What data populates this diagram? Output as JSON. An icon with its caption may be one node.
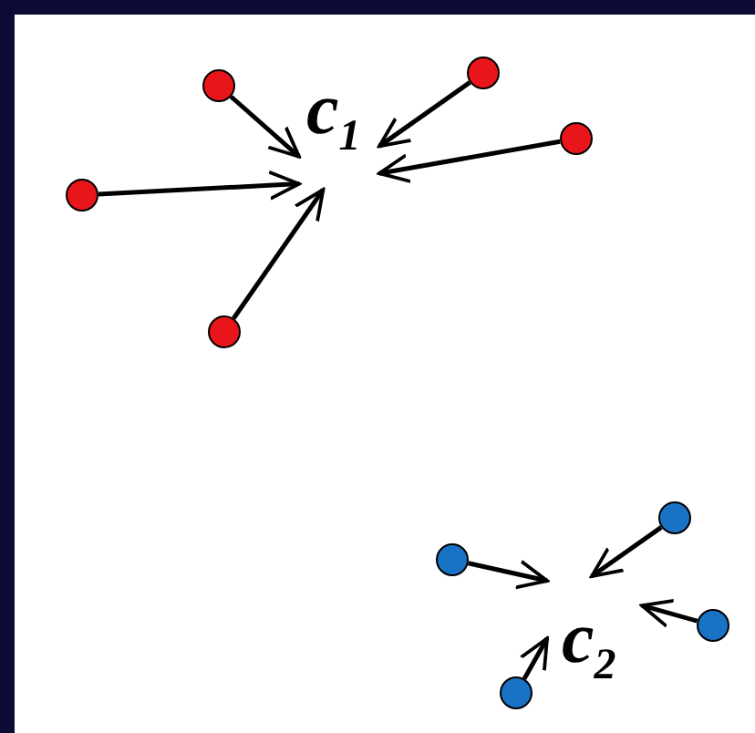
{
  "diagram": {
    "nodes": [
      {
        "text": [
          "c$_{1}$"
        ]
      },
      {
        "text": [],
        "shape": "circle"
      },
      {
        "text": [],
        "shape": "circle"
      },
      {
        "text": [],
        "shape": "circle"
      },
      {
        "text": [],
        "shape": "circle"
      },
      {
        "text": [],
        "shape": "circle"
      },
      {
        "text": [
          "c$_{2}$"
        ]
      },
      {
        "text": [],
        "shape": "circle"
      },
      {
        "text": [],
        "shape": "circle"
      },
      {
        "text": [],
        "shape": "circle"
      },
      {
        "text": [],
        "shape": "circle"
      }
    ],
    "edges": [
      {
        "from": 1,
        "to": 0,
        "arrow": "to"
      },
      {
        "from": 2,
        "to": 0,
        "arrow": "to"
      },
      {
        "from": 3,
        "to": 0,
        "arrow": "to"
      },
      {
        "from": 4,
        "to": 0,
        "arrow": "to"
      },
      {
        "from": 5,
        "to": 0,
        "arrow": "to"
      },
      {
        "from": 7,
        "to": 6,
        "arrow": "to"
      },
      {
        "from": 8,
        "to": 6,
        "arrow": "to"
      },
      {
        "from": 9,
        "to": 6,
        "arrow": "to"
      },
      {
        "from": 10,
        "to": 6,
        "arrow": "to"
      }
    ]
  }
}
